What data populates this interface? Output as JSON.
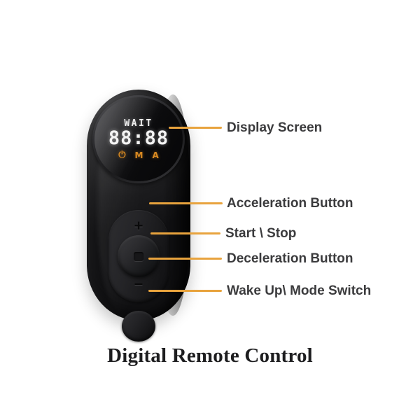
{
  "background_color": "#ffffff",
  "accent_color": "#e8a33d",
  "device": {
    "name": "Digital Remote Control",
    "body_color": "#1b1b1d",
    "display": {
      "status_text": "WAIT",
      "time_value": "88:88",
      "indicator_color": "#d98a22",
      "indicators": [
        {
          "name": "power-indicator",
          "glyph": "⏻"
        },
        {
          "name": "manual-mode-indicator",
          "glyph": "M"
        },
        {
          "name": "auto-mode-indicator",
          "glyph": "A"
        }
      ]
    },
    "controls": {
      "increase_symbol": "+",
      "decrease_symbol": "–",
      "start_stop_icon": "stop-square-icon",
      "wake_button_icon": "wake-mode-button"
    }
  },
  "callouts": [
    {
      "id": "display-screen",
      "label": "Display Screen"
    },
    {
      "id": "acceleration-button",
      "label": "Acceleration Button"
    },
    {
      "id": "start-stop",
      "label": "Start \\ Stop"
    },
    {
      "id": "deceleration-button",
      "label": "Deceleration Button"
    },
    {
      "id": "wake-mode-switch",
      "label": "Wake Up\\ Mode Switch"
    }
  ],
  "caption": "Digital Remote Control"
}
